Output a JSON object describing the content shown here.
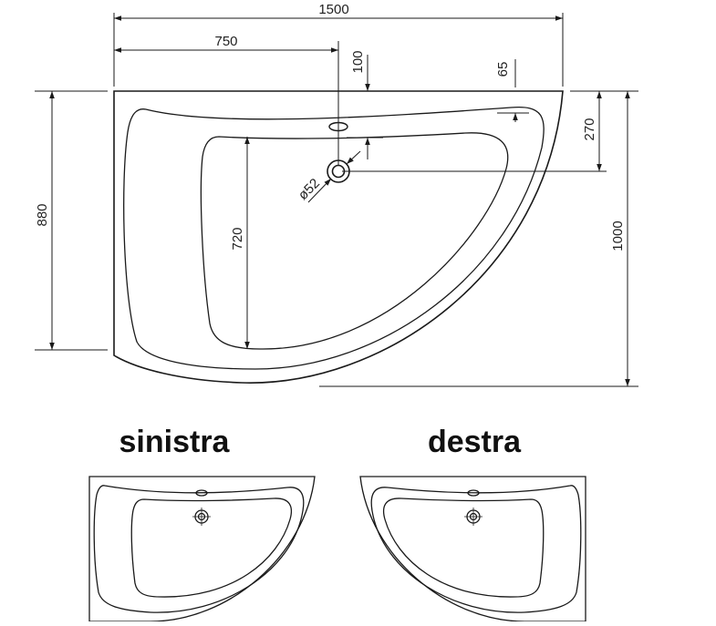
{
  "dimensions": {
    "total_width": "1500",
    "half_width": "750",
    "drain_offset_top": "100",
    "overflow_offset_top": "65",
    "drain_offset_side": "270",
    "left_depth": "880",
    "inner_depth": "720",
    "right_depth": "1000",
    "drain_diameter": "ø52"
  },
  "variants": {
    "left_label": "sinistra",
    "right_label": "destra"
  },
  "colors": {
    "line": "#1a1a1a",
    "background": "#ffffff"
  }
}
